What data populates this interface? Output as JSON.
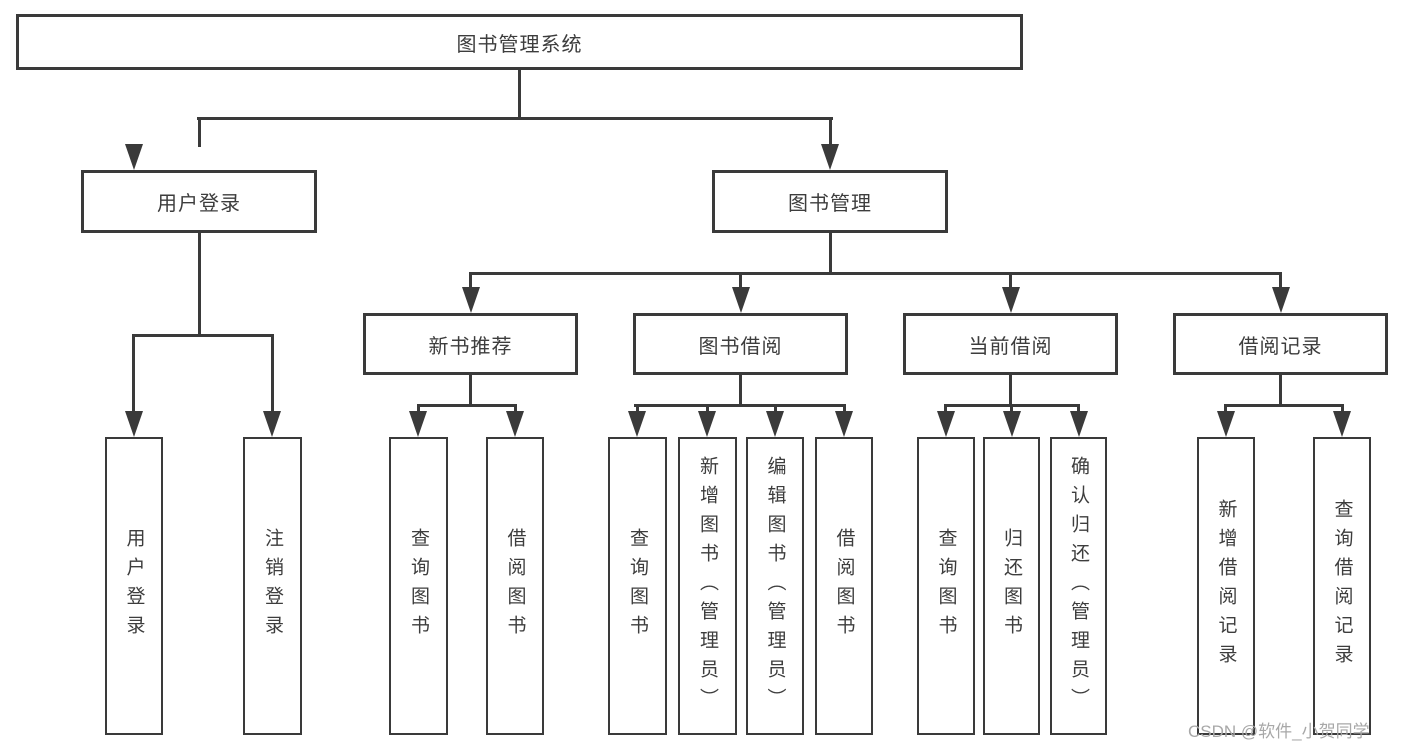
{
  "diagram": {
    "root": {
      "label": "图书管理系统"
    },
    "level2": [
      {
        "label": "用户登录"
      },
      {
        "label": "图书管理"
      }
    ],
    "level3": [
      {
        "label": "新书推荐"
      },
      {
        "label": "图书借阅"
      },
      {
        "label": "当前借阅"
      },
      {
        "label": "借阅记录"
      }
    ],
    "leaves": {
      "login": [
        "用户登录",
        "注销登录"
      ],
      "newbook": [
        "查询图书",
        "借阅图书"
      ],
      "borrow": [
        "查询图书",
        "新增图书（管理员）",
        "编辑图书（管理员）",
        "借阅图书"
      ],
      "current": [
        "查询图书",
        "归还图书",
        "确认归还（管理员）"
      ],
      "records": [
        "新增借阅记录",
        "查询借阅记录"
      ]
    },
    "watermark": "CSDN @软件_小贺同学",
    "colors": {
      "line": "#3a3a3a",
      "text": "#3d3d3d",
      "watermark": "#a8a8a8",
      "background": "#ffffff"
    }
  }
}
